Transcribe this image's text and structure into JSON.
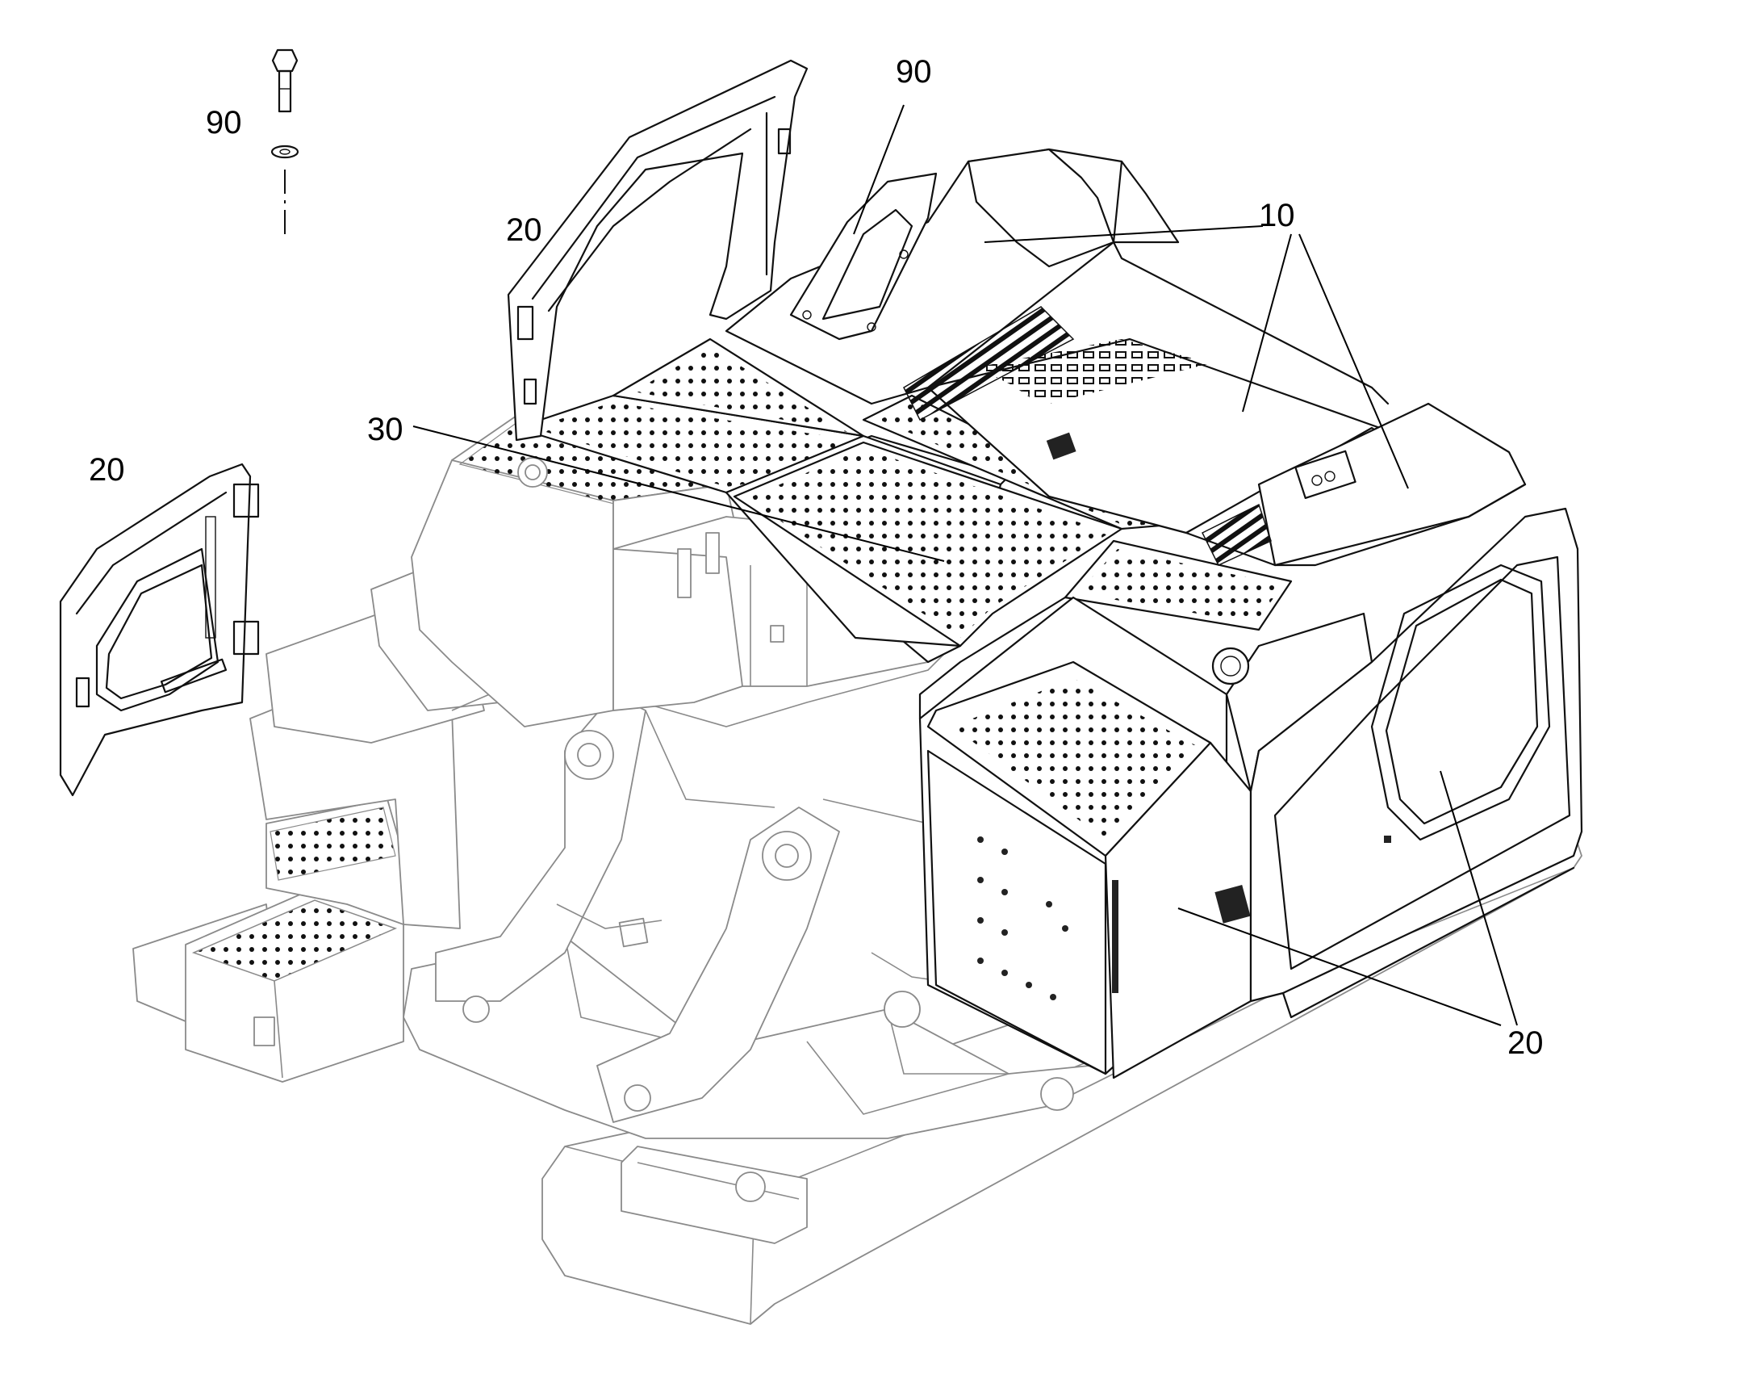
{
  "callouts": {
    "bolt_90": "90",
    "door_upper_20": "20",
    "door_left_20": "20",
    "hood_90": "90",
    "cover_10": "10",
    "plate_30": "30",
    "side_door_20": "20"
  },
  "colors": {
    "line": "#111111",
    "frame_grey": "#8a8a8a",
    "background": "#ffffff"
  }
}
